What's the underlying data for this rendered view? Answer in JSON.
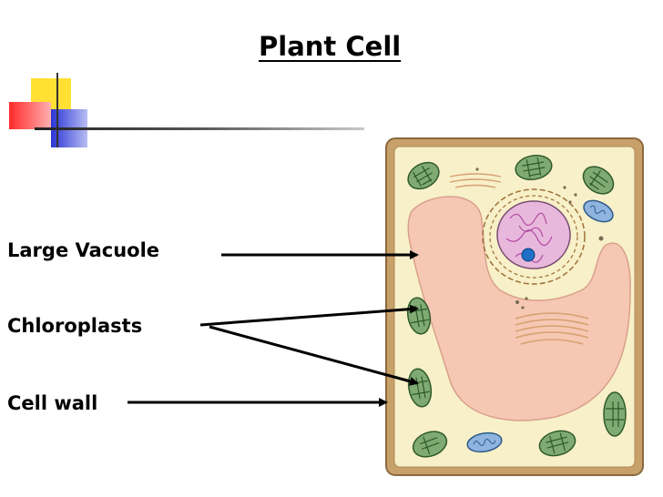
{
  "slide": {
    "title": "Plant Cell",
    "labels": {
      "vacuole": "Large Vacuole",
      "chloroplasts": "Chloroplasts",
      "cell_wall": "Cell wall"
    }
  },
  "colors": {
    "accent_yellow": "#ffe033",
    "accent_red": "#ff3b3b",
    "accent_blue": "#3340d8",
    "cell_wall": "#c8a06a",
    "cytoplasm": "#f7f0c8",
    "vacuole": "#f6c8b4",
    "chloroplast": "#7faa72",
    "nucleus": "#e8b8dc",
    "mitochondrion": "#8fb4e0"
  }
}
